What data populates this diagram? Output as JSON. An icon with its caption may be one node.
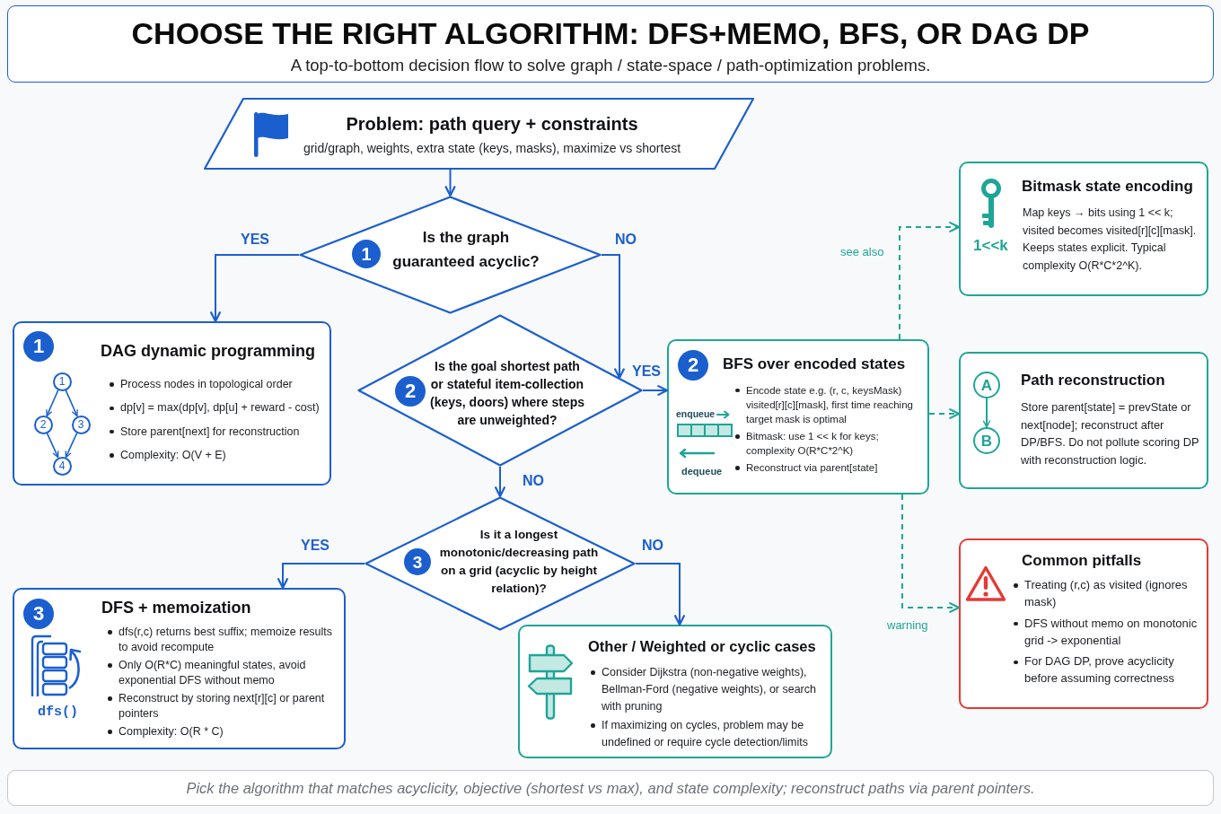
{
  "diagram": {
    "title": "CHOOSE THE RIGHT ALGORITHM: DFS+MEMO, BFS, OR DAG DP",
    "caption": "Pick the algorithm that matches acyclicity, objective (shortest vs max), and state complexity; reconstruct paths via parent pointers.",
    "nodes": [
      {
        "text": [
          "Problem: path query + constraints",
          "grid/graph, weights, extra state (keys, masks), maximize vs shortest"
        ]
      },
      {
        "text": [
          "1",
          "Is the graph guaranteed acyclic?"
        ]
      },
      {
        "text": [
          "1",
          "DAG dynamic programming",
          "Process nodes in topological order",
          "dp[v] = max(dp[v], dp[u] + reward - cost)",
          "Store parent[next] for reconstruction",
          "Complexity: O(V + E)"
        ]
      },
      {
        "text": [
          "1"
        ],
        "in": 2
      },
      {
        "text": [
          "2"
        ],
        "in": 2
      },
      {
        "text": [
          "3"
        ],
        "in": 2
      },
      {
        "text": [
          "4"
        ],
        "in": 2
      },
      {
        "text": [
          "2",
          "Is the goal shortest path or stateful item-collection (keys, doors) where steps are unweighted?"
        ]
      },
      {
        "text": [
          "2",
          "BFS over encoded states",
          "enqueue",
          "dequeue",
          "Encode state e.g. (r, c, keysMask) visited[r][c][mask], first time reaching target mask is optimal",
          "Bitmask: use 1 << k for keys; complexity O(R*C*2^K)",
          "Reconstruct via parent[state]"
        ]
      },
      {
        "text": [
          "Bitmask state encoding",
          "1<<k",
          "Map keys → bits using 1 << k; visited becomes visited[r][c][mask]. Keeps states explicit. Typical complexity O(R*C*2^K)."
        ]
      },
      {
        "text": [
          "Path reconstruction",
          "Store parent[state] = prevState or next[node]; reconstruct after DP/BFS. Do not pollute scoring DP with reconstruction logic."
        ]
      },
      {
        "text": [
          "A"
        ],
        "in": 10
      },
      {
        "text": [
          "B"
        ],
        "in": 10
      },
      {
        "text": [
          "3",
          "Is it a longest monotonic/decreasing path on a grid (acyclic by height relation)?"
        ]
      },
      {
        "text": [
          "3",
          "DFS + memoization",
          "dfs()",
          "dfs(r,c) returns best suffix; memoize results to avoid recompute",
          "Only O(R*C) meaningful states, avoid exponential DFS without memo",
          "Reconstruct by storing next[r][c] or parent pointers",
          "Complexity: O(R * C)"
        ]
      },
      {
        "text": [
          "Other / Weighted or cyclic cases",
          "Consider Dijkstra (non-negative weights), Bellman-Ford (negative weights), or search with pruning",
          "If maximizing on cycles, problem may be undefined or require cycle detection/limits"
        ]
      },
      {
        "text": [
          "Common pitfalls",
          "Treating (r,c) as visited (ignores mask)",
          "DFS without memo on monotonic grid -> exponential",
          "For DAG DP, prove acyclicity before assuming correctness"
        ]
      }
    ],
    "edges": [
      {
        "from": 0,
        "to": 1,
        "arrow": "to"
      },
      {
        "from": 1,
        "to": 2,
        "arrow": "to",
        "label": "YES"
      },
      {
        "from": 1,
        "to": 7,
        "arrow": "to",
        "label": "NO"
      },
      {
        "from": 7,
        "to": 8,
        "arrow": "to",
        "label": "YES"
      },
      {
        "from": 7,
        "to": 13,
        "arrow": "to",
        "label": "NO"
      },
      {
        "from": 13,
        "to": 14,
        "arrow": "to",
        "label": "YES"
      },
      {
        "from": 13,
        "to": 15,
        "arrow": "to",
        "label": "NO"
      },
      {
        "from": 8,
        "to": 9,
        "arrow": "to",
        "label": "see also",
        "style": "dashed",
        "color": "#1fa597"
      },
      {
        "from": 8,
        "to": 10,
        "arrow": "to",
        "style": "dashed",
        "color": "#1fa597"
      },
      {
        "from": 8,
        "to": 16,
        "arrow": "to",
        "label": "warning",
        "style": "dashed",
        "color": "#1fa597"
      },
      {
        "from": 3,
        "to": 4,
        "arrow": "to"
      },
      {
        "from": 3,
        "to": 5,
        "arrow": "to"
      },
      {
        "from": 4,
        "to": 6,
        "arrow": "to"
      },
      {
        "from": 5,
        "to": 6,
        "arrow": "to"
      },
      {
        "from": 11,
        "to": 12,
        "arrow": "to",
        "color": "#1fa597"
      }
    ],
    "labels": [
      "A top-to-bottom decision flow to solve graph / state-space / path-optimization problems."
    ]
  }
}
